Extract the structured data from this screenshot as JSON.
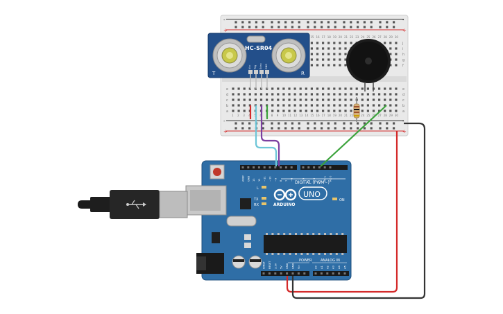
{
  "sensor": {
    "model_label": "HC-SR04",
    "left_mark": "T",
    "right_mark": "R",
    "pins": [
      "Vcc",
      "Trig",
      "Echo",
      "GND"
    ]
  },
  "breadboard": {
    "row_letters_top": [
      "j",
      "i",
      "h",
      "g",
      "f"
    ],
    "row_letters_bottom": [
      "e",
      "d",
      "c",
      "b",
      "a"
    ],
    "column_numbers": [
      "1",
      "2",
      "3",
      "4",
      "5",
      "6",
      "7",
      "8",
      "9",
      "10",
      "11",
      "12",
      "13",
      "14",
      "15",
      "16",
      "17",
      "18",
      "19",
      "20",
      "21",
      "22",
      "23",
      "24",
      "25",
      "26",
      "27",
      "28",
      "29",
      "30"
    ],
    "rail_plus": "+",
    "rail_minus": "-"
  },
  "arduino": {
    "brand_label": "ARDUINO",
    "model_label": "UNO",
    "digital_label": "DIGITAL (PWM~)",
    "analog_label": "ANALOG IN",
    "power_label": "POWER",
    "on_label": "ON",
    "led_labels": [
      "L",
      "TX",
      "RX"
    ],
    "digital_pins": [
      "AREF",
      "GND",
      "13",
      "12",
      "~11",
      "~10",
      "~9",
      "8",
      "7",
      "~6",
      "~5",
      "4",
      "~3",
      "2",
      "TX 1",
      "RX 0"
    ],
    "power_pins": [
      "IOREF",
      "RESET",
      "3.3V",
      "5V",
      "GND",
      "GND",
      "Vin"
    ],
    "analog_pins": [
      "A0",
      "A1",
      "A2",
      "A3",
      "A4",
      "A5"
    ]
  },
  "colors": {
    "canvas_bg": "#ffffff",
    "board_blue": "#2f6ea6",
    "breadboard": "#e9e9e9",
    "wire_red": "#d42a2a",
    "wire_black": "#333333",
    "wire_green": "#3ca33c",
    "wire_purple": "#7b3fa0",
    "wire_cyan": "#6ec6d8"
  }
}
